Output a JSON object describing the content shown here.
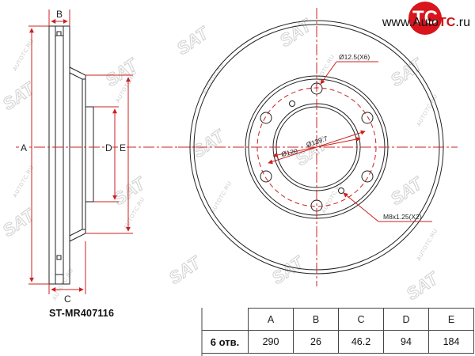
{
  "brand": {
    "site_prefix": "www.Auto",
    "site_highlight": "TC",
    "site_suffix": ".ru",
    "badge_letters": "TC",
    "watermark": "SAT",
    "watermark_url": "AUTOTC.RU",
    "accent_color": "#d9141c"
  },
  "part_number": "ST-MR407116",
  "side_view": {
    "label_a": "A",
    "label_b": "B",
    "label_c": "C",
    "label_d": "D",
    "label_e": "E"
  },
  "front_view": {
    "bolt_hole_label": "Ø12.5(X6)",
    "center_bore_label": "Ø120",
    "pcd_label": "Ø139.7",
    "thread_label": "M8x1.25(X2)"
  },
  "specs": {
    "holes_label": "6 отв.",
    "headers": [
      "A",
      "B",
      "C",
      "D",
      "E"
    ],
    "values": [
      "290",
      "26",
      "46.2",
      "94",
      "184"
    ]
  },
  "colors": {
    "dimension_line": "#cc2020",
    "outline": "#222222",
    "watermark": "#cfcfcf"
  }
}
